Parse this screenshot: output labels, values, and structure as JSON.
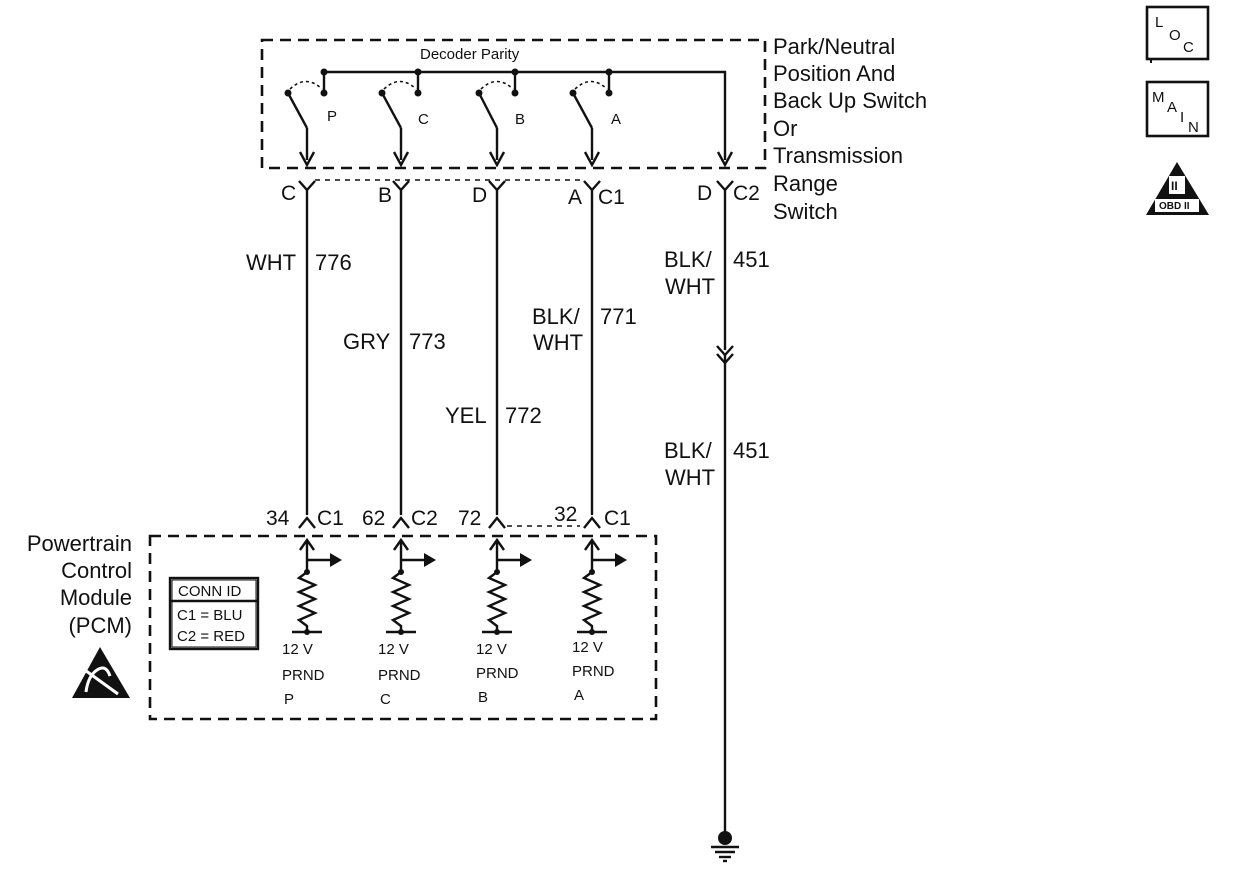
{
  "switch": {
    "title_lines": [
      "Park/Neutral",
      "Position And",
      "Back Up Switch",
      "Or",
      "Transmission",
      "Range",
      "Switch"
    ],
    "decoder": "Decoder Parity",
    "contacts": [
      "P",
      "C",
      "B",
      "A"
    ]
  },
  "connectors_top": {
    "c_pin": "C",
    "b_pin": "B",
    "d_pin": "D",
    "a_pin": "A",
    "c1": "C1",
    "d2_pin": "D",
    "c2": "C2"
  },
  "wires": [
    {
      "color": "WHT",
      "circuit": "776"
    },
    {
      "color": "GRY",
      "circuit": "773"
    },
    {
      "color": "YEL",
      "circuit": "772"
    },
    {
      "color_line1": "BLK/",
      "color_line2": "WHT",
      "circuit": "771"
    },
    {
      "color_line1": "BLK/",
      "color_line2": "WHT",
      "circuit": "451"
    },
    {
      "color_line1": "BLK/",
      "color_line2": "WHT",
      "circuit": "451"
    }
  ],
  "connectors_bottom": [
    {
      "pin": "34",
      "conn": "C1"
    },
    {
      "pin": "62",
      "conn": "C2"
    },
    {
      "pin": "72",
      "conn": ""
    },
    {
      "pin": "32",
      "conn": "C1"
    }
  ],
  "pcm": {
    "title_lines": [
      "Powertrain",
      "Control",
      "Module",
      "(PCM)"
    ],
    "conn_id_title": "CONN ID",
    "conn_id_rows": [
      "C1 = BLU",
      "C2 = RED"
    ],
    "inputs": [
      {
        "voltage": "12 V",
        "name": "PRND",
        "letter": "P"
      },
      {
        "voltage": "12 V",
        "name": "PRND",
        "letter": "C"
      },
      {
        "voltage": "12 V",
        "name": "PRND",
        "letter": "B"
      },
      {
        "voltage": "12 V",
        "name": "PRND",
        "letter": "A"
      }
    ]
  },
  "icons": {
    "loc": {
      "l": "L",
      "o": "O",
      "c": "C"
    },
    "main": {
      "m": "M",
      "a": "A",
      "i": "I",
      "n": "N"
    },
    "obd": {
      "roman": "II",
      "label": "OBD II"
    },
    "esd": "esd-warning-icon",
    "ground": "ground-icon"
  }
}
